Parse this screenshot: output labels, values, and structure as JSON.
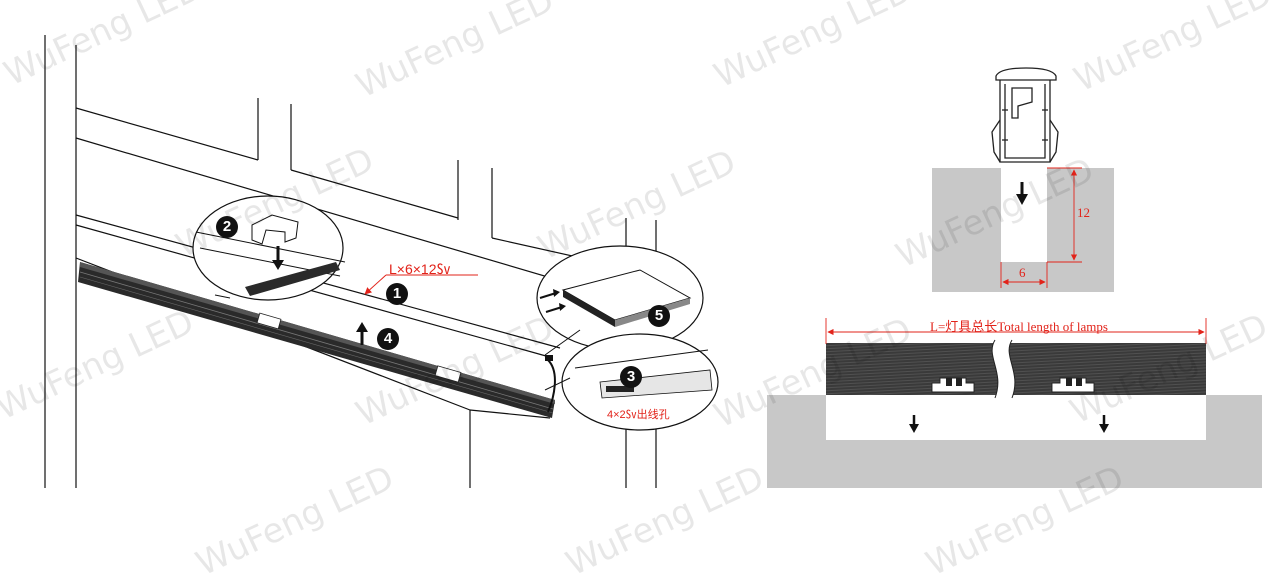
{
  "watermark": "WuFeng LED",
  "left_diagram": {
    "profile_size_label": "L×6×12㏜",
    "hole_label": "4×2㏜出线孔",
    "steps": [
      "1",
      "2",
      "3",
      "4",
      "5"
    ]
  },
  "cross_section": {
    "height_label": "12",
    "width_label": "6"
  },
  "length_view": {
    "total_length_label": "L=灯具总长Total length of lamps"
  },
  "colors": {
    "dimension_red": "#e2231a",
    "profile_dark": "#3a3a3a",
    "ceiling_gray": "#c8c8c8"
  }
}
